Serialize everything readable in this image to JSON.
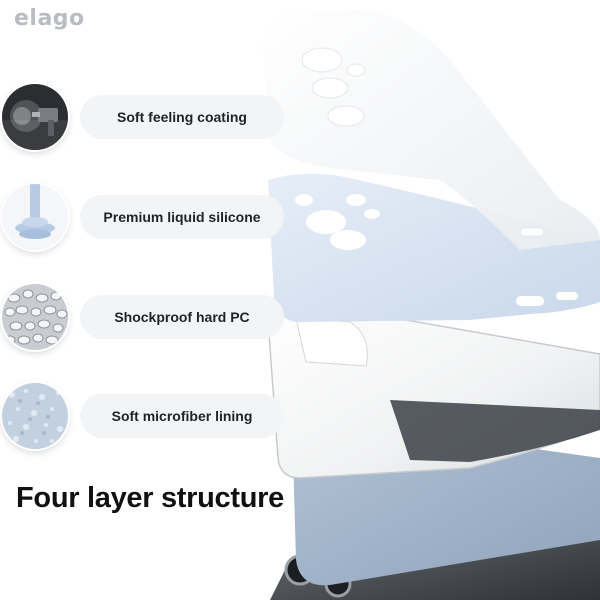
{
  "brand": {
    "name": "elago"
  },
  "features": [
    {
      "icon": "spray-coating-icon",
      "label": "Soft feeling coating"
    },
    {
      "icon": "liquid-silicone-icon",
      "label": "Premium liquid silicone"
    },
    {
      "icon": "pc-pellets-icon",
      "label": "Shockproof hard PC"
    },
    {
      "icon": "microfiber-icon",
      "label": "Soft microfiber lining"
    }
  ],
  "headline": "Four layer structure",
  "colors": {
    "silicone": "#d6e3f1",
    "microfiber": "#9fb2c8",
    "coating": "#f4f5f6",
    "pill": "#f3f4f6",
    "text": "#1f2329"
  }
}
